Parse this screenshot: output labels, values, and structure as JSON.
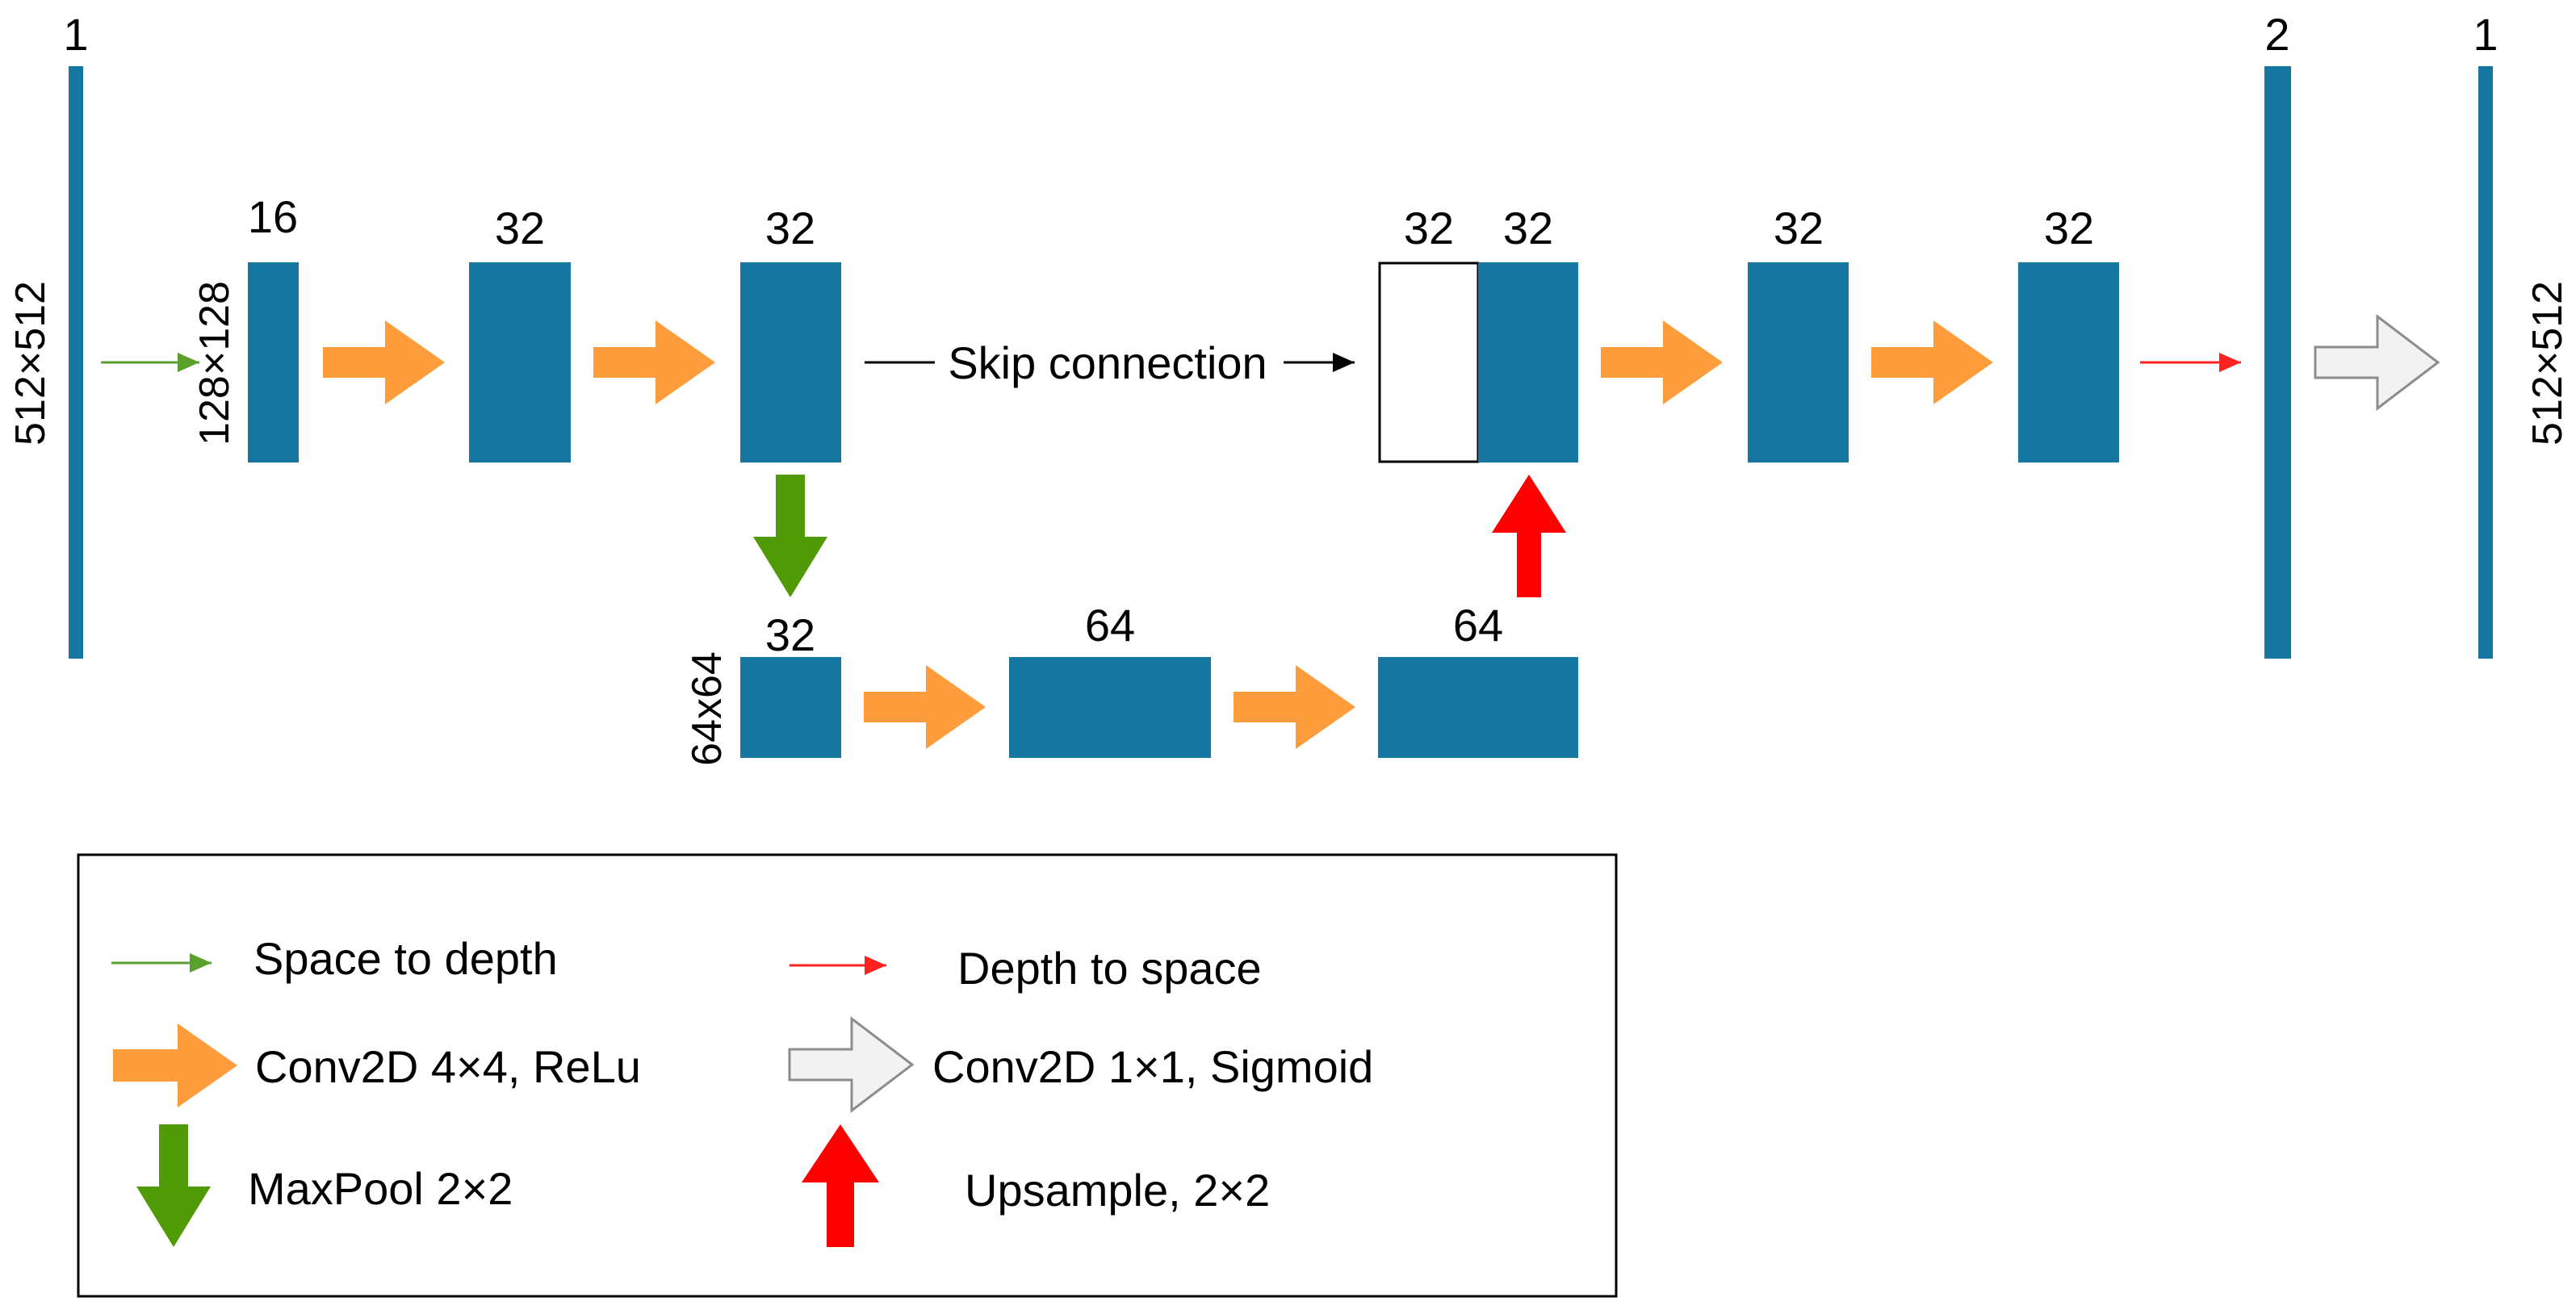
{
  "colors": {
    "block": "#1576a2",
    "conv": "#ff9d3c",
    "maxpool": "#4f9a05",
    "upsample": "#ff0000",
    "space_to_depth": "#5aa12b",
    "depth_to_space": "#ff2020",
    "sigmoid_fill": "#f2f2f2",
    "sigmoid_stroke": "#8c8c8c",
    "skip_line": "#000000"
  },
  "channels": {
    "input": "1",
    "enc1": "16",
    "enc2": "32",
    "enc3": "32",
    "bottom1": "32",
    "bottom2": "64",
    "bottom3": "64",
    "skip": "32",
    "dec1": "32",
    "dec2": "32",
    "dec3": "32",
    "pre_output": "2",
    "output": "1"
  },
  "resolutions": {
    "input": "512×512",
    "level1": "128×128",
    "level2": "64x64",
    "output": "512×512"
  },
  "skip_label": "Skip connection",
  "legend": {
    "space_to_depth": "Space to depth",
    "conv_relu": "Conv2D 4×4, ReLu",
    "maxpool": "MaxPool 2×2",
    "depth_to_space": "Depth to space",
    "conv_sigmoid": "Conv2D 1×1, Sigmoid",
    "upsample": "Upsample, 2×2"
  },
  "icons": {
    "conv": "orange-right-arrow-icon",
    "maxpool": "green-down-arrow-icon",
    "upsample": "red-up-arrow-icon",
    "space_to_depth": "thin-green-arrow-icon",
    "depth_to_space": "thin-red-arrow-icon",
    "sigmoid": "hollow-grey-arrow-icon"
  }
}
